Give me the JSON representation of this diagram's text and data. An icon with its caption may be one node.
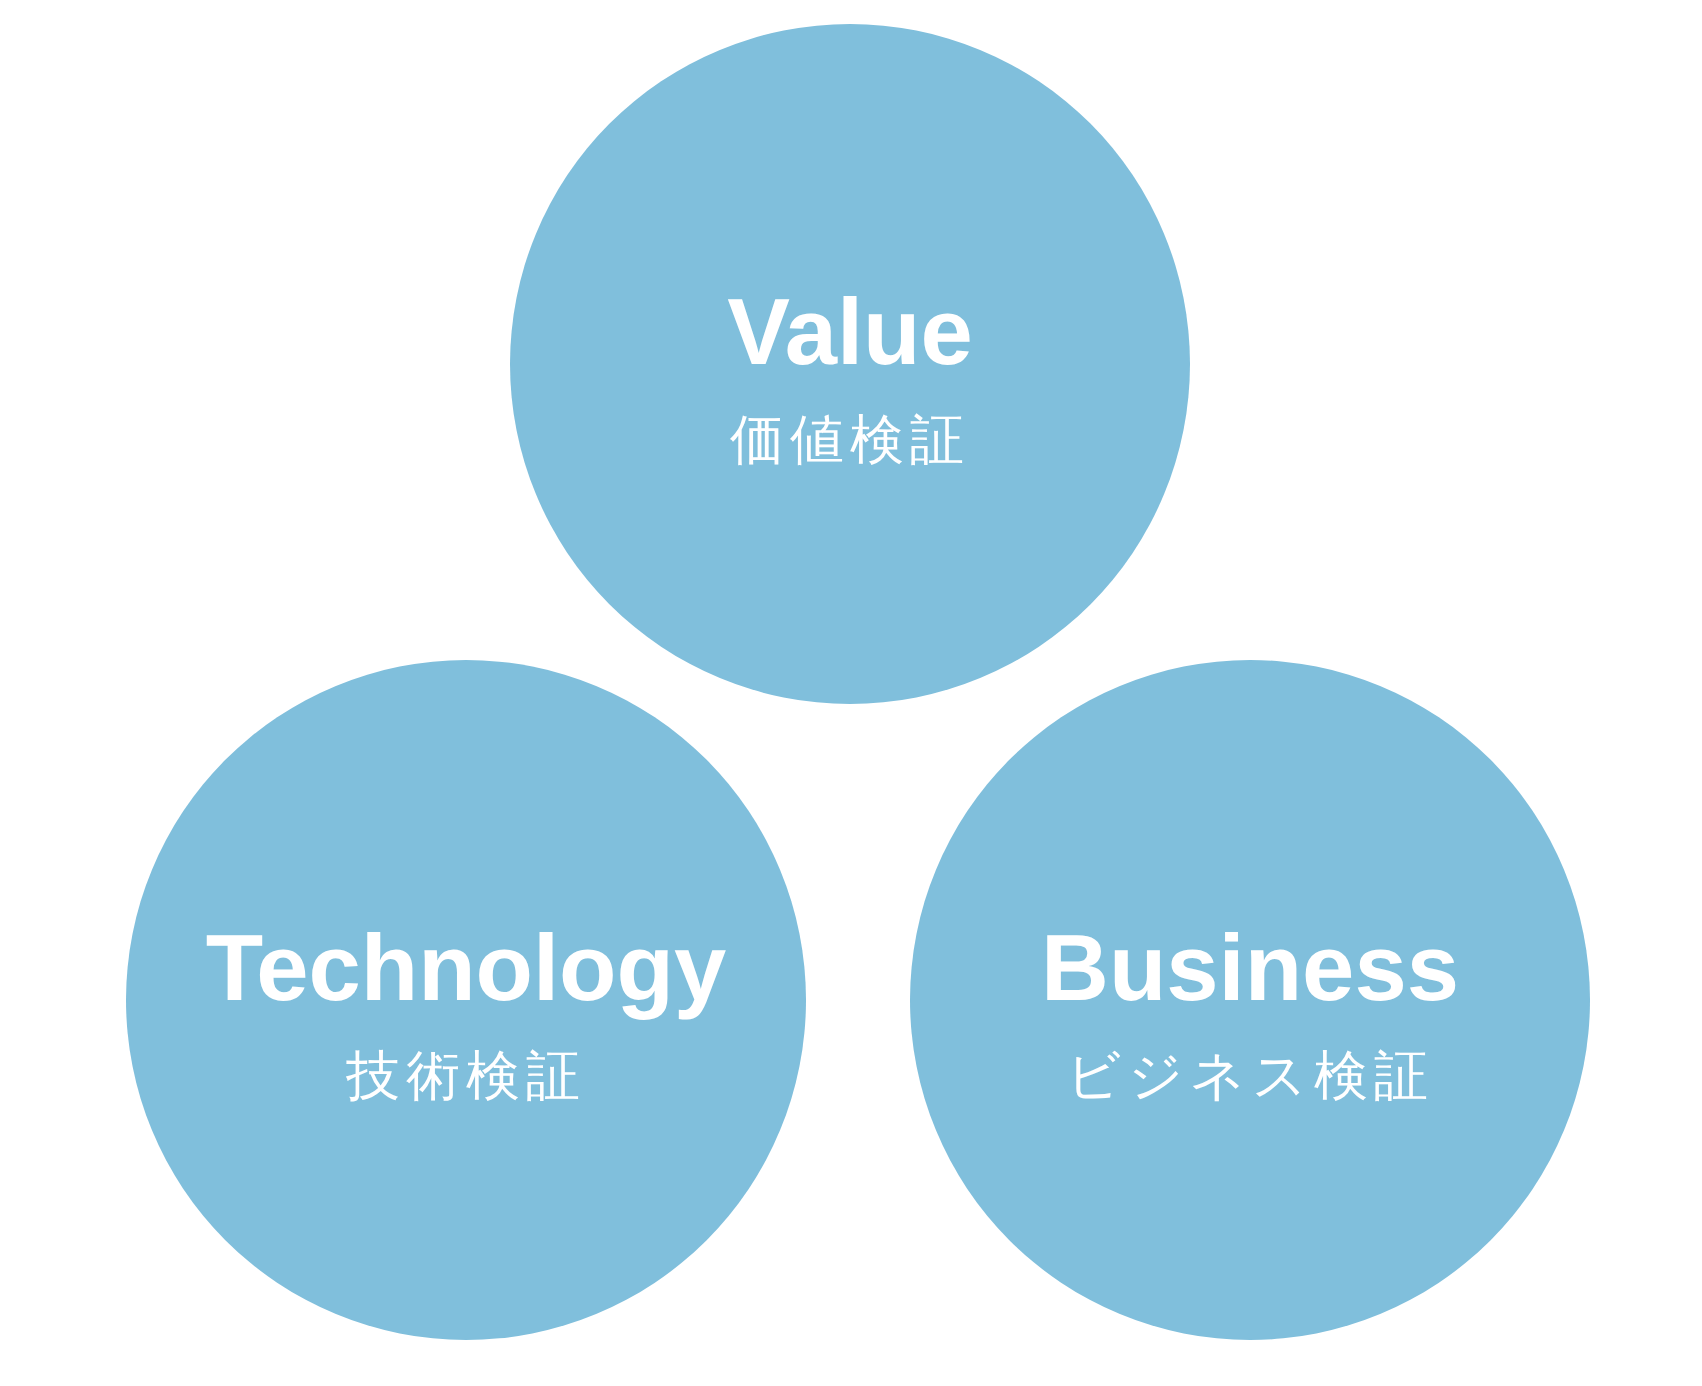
{
  "diagram": {
    "nodes": [
      {
        "text": [
          "Value",
          "価値検証"
        ]
      },
      {
        "text": [
          "Technology",
          "技術検証"
        ]
      },
      {
        "text": [
          "Business",
          "ビジネス検証"
        ]
      }
    ]
  }
}
